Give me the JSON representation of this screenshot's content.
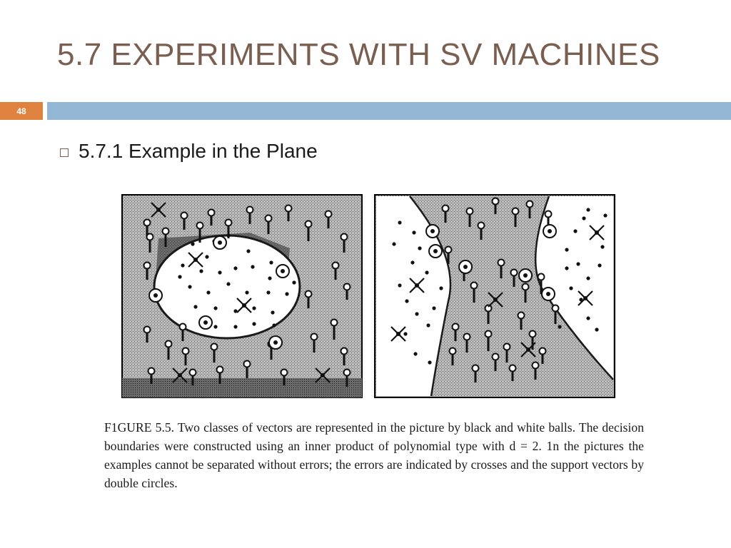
{
  "slide": {
    "title": "5.7 EXPERIMENTS WITH SV MACHINES",
    "page_number": "48",
    "accent_color": "#e0823f",
    "bar_color": "#93b6d4",
    "title_color": "#7a5f50"
  },
  "bullets": [
    {
      "icon": "hollow-square-bullet-icon",
      "text": "5.7.1 Example in the Plane"
    }
  ],
  "figure": {
    "caption": "F1GURE 5.5. Two classes of vectors are represented in the picture by black and white balls. The decision boundaries were constructed using an inner product of polynomial type with d = 2. 1n the pictures the examples cannot be separated without errors; the errors are indicated by crosses and the support vectors by double circles."
  }
}
